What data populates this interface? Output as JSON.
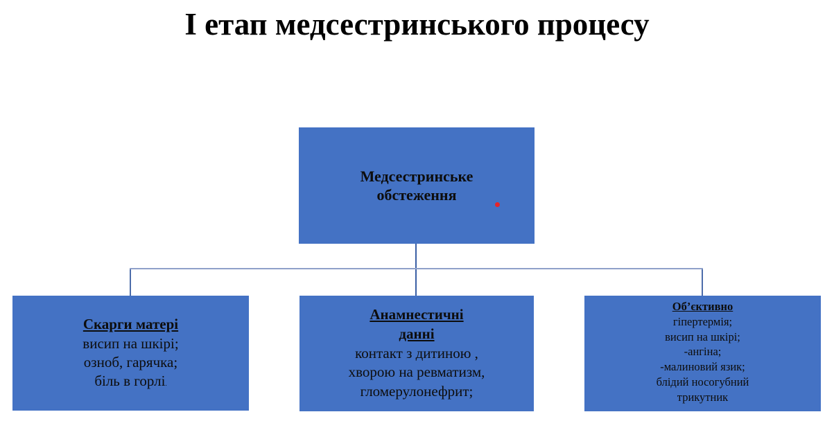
{
  "title": "І етап медсестринського процесу",
  "colors": {
    "box_fill": "#4472C4",
    "text": "#0d0d0d",
    "connector": "#44639e",
    "connector_light": "#8ea0c9",
    "dot": "#e62429",
    "background": "#ffffff"
  },
  "diagram": {
    "root": {
      "lines": [
        "Медсестринське",
        "обстеження"
      ]
    },
    "children": [
      {
        "heading_lines": [
          "Скарги матері"
        ],
        "body_lines": [
          "висип на шкірі;",
          "озноб, гарячка;",
          "біль в горлі"
        ],
        "small_suffix": "."
      },
      {
        "heading_lines": [
          "Анамнестичні",
          "данні"
        ],
        "body_lines": [
          "контакт з дитиною ,",
          "хворою на ревматизм,",
          "гломерулонефрит;"
        ]
      },
      {
        "heading_lines": [
          "Об’єктивно"
        ],
        "body_lines": [
          "гіпертермія;",
          "висип на шкірі;",
          "-ангіна;",
          "-малиновий язик;",
          "блідий носогубний",
          "трикутник"
        ]
      }
    ]
  }
}
